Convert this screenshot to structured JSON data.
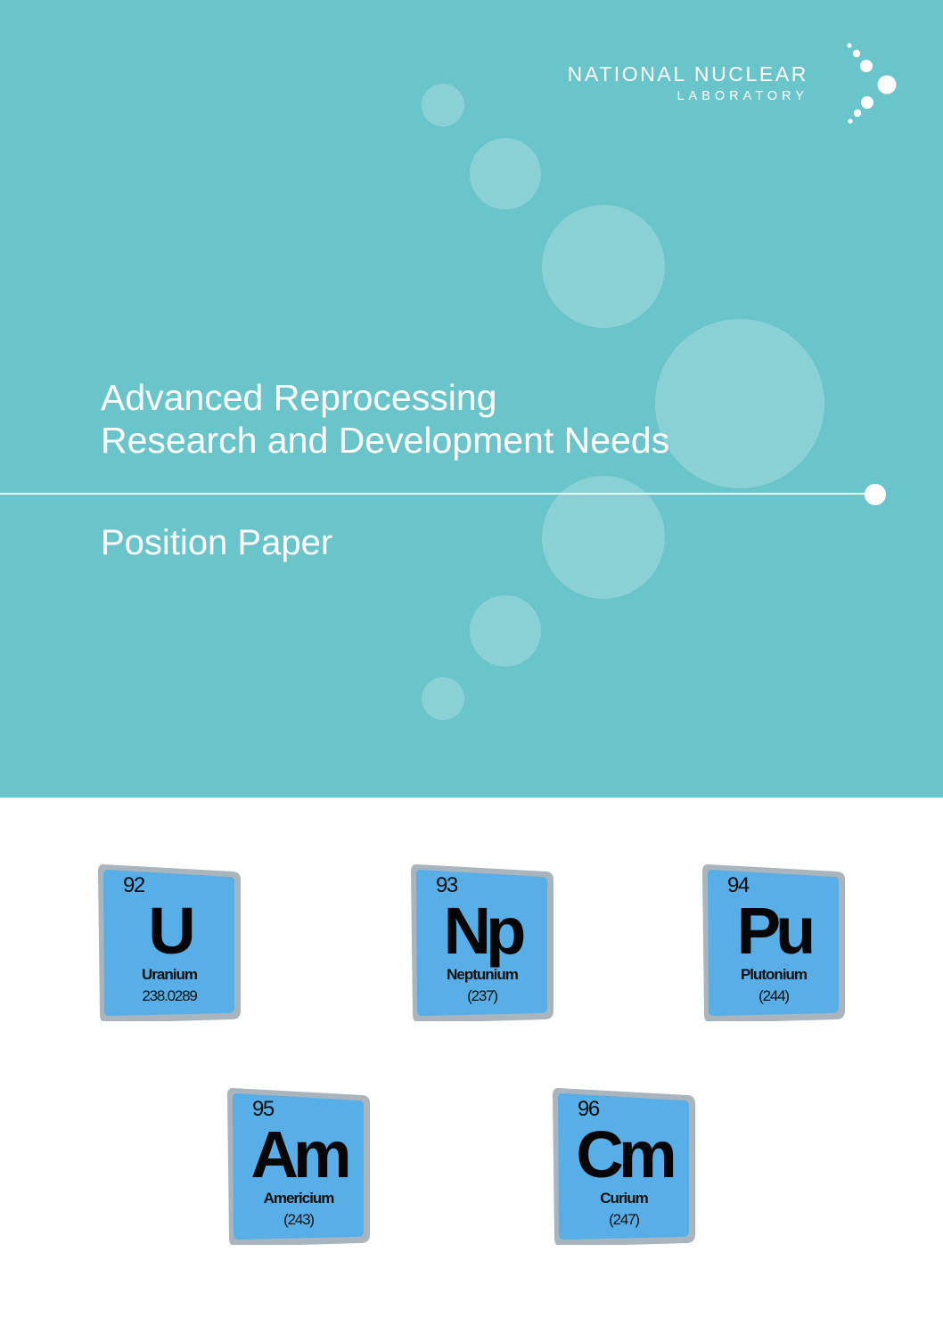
{
  "logo": {
    "line1": "NATIONAL NUCLEAR",
    "line2": "LABORATORY"
  },
  "title": {
    "line1": "Advanced Reprocessing",
    "line2": "Research and Development Needs"
  },
  "subtitle": "Position Paper",
  "colors": {
    "hero_background": "#6ac5cb",
    "tile_face": "#58aee6",
    "tile_frame": "#a9b4bd"
  },
  "elements": [
    {
      "number": "92",
      "symbol": "U",
      "name": "Uranium",
      "mass": "238.0289"
    },
    {
      "number": "93",
      "symbol": "Np",
      "name": "Neptunium",
      "mass": "(237)"
    },
    {
      "number": "94",
      "symbol": "Pu",
      "name": "Plutonium",
      "mass": "(244)"
    },
    {
      "number": "95",
      "symbol": "Am",
      "name": "Americium",
      "mass": "(243)"
    },
    {
      "number": "96",
      "symbol": "Cm",
      "name": "Curium",
      "mass": "(247)"
    }
  ]
}
